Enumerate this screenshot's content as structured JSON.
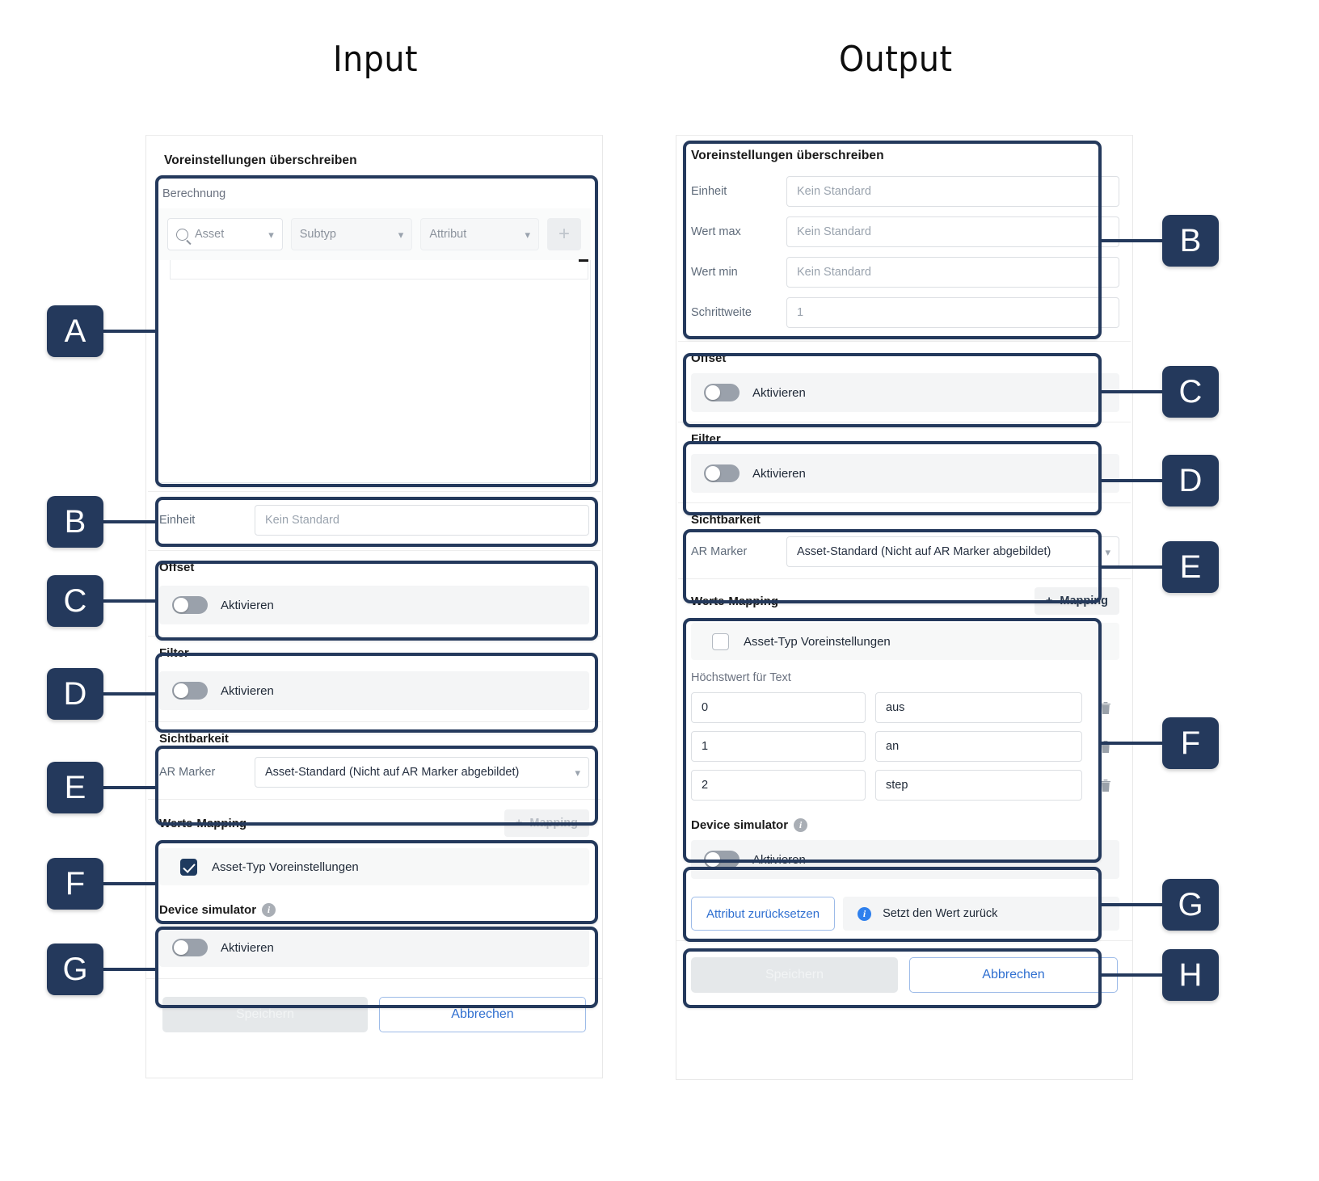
{
  "headings": {
    "input": "Input",
    "output": "Output"
  },
  "input_panel": {
    "heading": "Voreinstellungen überschreiben",
    "berechnung": {
      "title": "Berechnung",
      "asset_select": "Asset",
      "subtyp_select": "Subtyp",
      "attribut_select": "Attribut",
      "add_button": "+",
      "search_icon": "search-icon"
    },
    "einheit": {
      "label": "Einheit",
      "placeholder": "Kein Standard"
    },
    "offset": {
      "title": "Offset",
      "toggle_label": "Aktivieren",
      "toggle_on": false
    },
    "filter": {
      "title": "Filter",
      "toggle_label": "Aktivieren",
      "toggle_on": false
    },
    "sichtbarkeit": {
      "title": "Sichtbarkeit",
      "label": "AR Marker",
      "value": "Asset-Standard (Nicht auf AR Marker abgebildet)"
    },
    "werte_mapping": {
      "title": "Werte-Mapping",
      "add_button": "Mapping",
      "add_button_icon": "plus-icon",
      "add_button_disabled": true,
      "checkbox_label": "Asset-Typ Voreinstellungen",
      "checkbox_checked": true
    },
    "device_simulator": {
      "title": "Device simulator",
      "info_icon": "info-icon",
      "toggle_label": "Aktivieren",
      "toggle_on": false
    },
    "footer": {
      "save": "Speichern",
      "cancel": "Abbrechen",
      "save_disabled": true
    }
  },
  "output_panel": {
    "voreinstellungen": {
      "heading": "Voreinstellungen überschreiben",
      "fields": [
        {
          "label": "Einheit",
          "placeholder": "Kein Standard",
          "value": ""
        },
        {
          "label": "Wert max",
          "placeholder": "Kein Standard",
          "value": ""
        },
        {
          "label": "Wert min",
          "placeholder": "Kein Standard",
          "value": ""
        },
        {
          "label": "Schrittweite",
          "placeholder": "1",
          "value": ""
        }
      ]
    },
    "offset": {
      "title": "Offset",
      "toggle_label": "Aktivieren",
      "toggle_on": false
    },
    "filter": {
      "title": "Filter",
      "toggle_label": "Aktivieren",
      "toggle_on": false
    },
    "sichtbarkeit": {
      "title": "Sichtbarkeit",
      "label": "AR Marker",
      "value": "Asset-Standard (Nicht auf AR Marker abgebildet)"
    },
    "werte_mapping": {
      "title": "Werte-Mapping",
      "add_button": "Mapping",
      "add_button_icon": "plus-icon",
      "add_button_disabled": false,
      "checkbox_label": "Asset-Typ Voreinstellungen",
      "checkbox_checked": false,
      "table_label": "Höchstwert für Text",
      "rows": [
        {
          "key": "0",
          "value": "aus",
          "delete_icon": "trash-icon"
        },
        {
          "key": "1",
          "value": "an",
          "delete_icon": "trash-icon"
        },
        {
          "key": "2",
          "value": "step",
          "delete_icon": "trash-icon"
        }
      ]
    },
    "device_simulator": {
      "title": "Device simulator",
      "info_icon": "info-icon",
      "toggle_label": "Aktivieren",
      "toggle_on": false
    },
    "reset": {
      "button": "Attribut zurücksetzen",
      "hint": "Setzt den Wert zurück",
      "hint_icon": "info-icon"
    },
    "footer": {
      "save": "Speichern",
      "cancel": "Abbrechen",
      "save_disabled": true
    }
  },
  "callouts": {
    "left": [
      {
        "letter": "A"
      },
      {
        "letter": "B"
      },
      {
        "letter": "C"
      },
      {
        "letter": "D"
      },
      {
        "letter": "E"
      },
      {
        "letter": "F"
      },
      {
        "letter": "G"
      }
    ],
    "right": [
      {
        "letter": "B"
      },
      {
        "letter": "C"
      },
      {
        "letter": "D"
      },
      {
        "letter": "E"
      },
      {
        "letter": "F"
      },
      {
        "letter": "G"
      },
      {
        "letter": "H"
      }
    ]
  },
  "colors": {
    "highlight": "#24395c",
    "badge_bg": "#24395c",
    "badge_text": "#ffffff",
    "link_blue": "#2f6fd0",
    "info_blue": "#2f80ed",
    "toggle_off": "#9aa1ab",
    "checkbox_checked": "#1e3a5f"
  }
}
